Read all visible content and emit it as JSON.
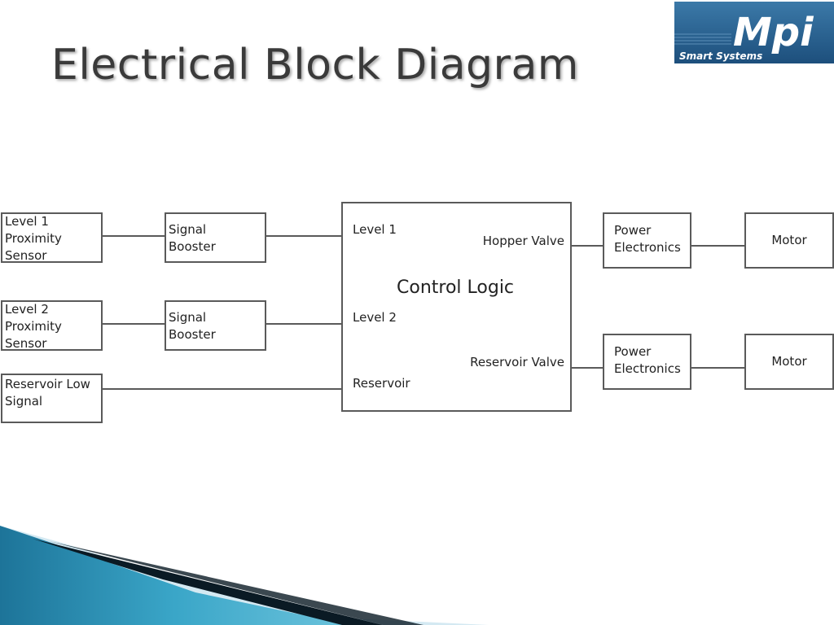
{
  "slide": {
    "title": "Electrical Block Diagram"
  },
  "logo": {
    "mark": "Mpi",
    "tagline": "Smart Systems"
  },
  "diagram": {
    "inputs": {
      "level1_sensor": "Level 1\nProximity\nSensor",
      "level2_sensor": "Level 2\nProximity\nSensor",
      "reservoir_low": "Reservoir Low\nSignal"
    },
    "boosters": {
      "booster1": "Signal\nBooster",
      "booster2": "Signal\nBooster"
    },
    "control_logic": {
      "title": "Control Logic",
      "port_level1": "Level 1",
      "port_level2": "Level 2",
      "port_reservoir": "Reservoir",
      "port_hopper_valve": "Hopper Valve",
      "port_reservoir_valve": "Reservoir Valve"
    },
    "outputs": {
      "power1": "Power\nElectronics",
      "power2": "Power\nElectronics",
      "motor1": "Motor",
      "motor2": "Motor"
    }
  },
  "colors": {
    "logo_bg": "#1f5a8c",
    "box_border": "#5a5a5a",
    "deco_teal": "#2a8db0",
    "deco_dark": "#0a1a24"
  }
}
